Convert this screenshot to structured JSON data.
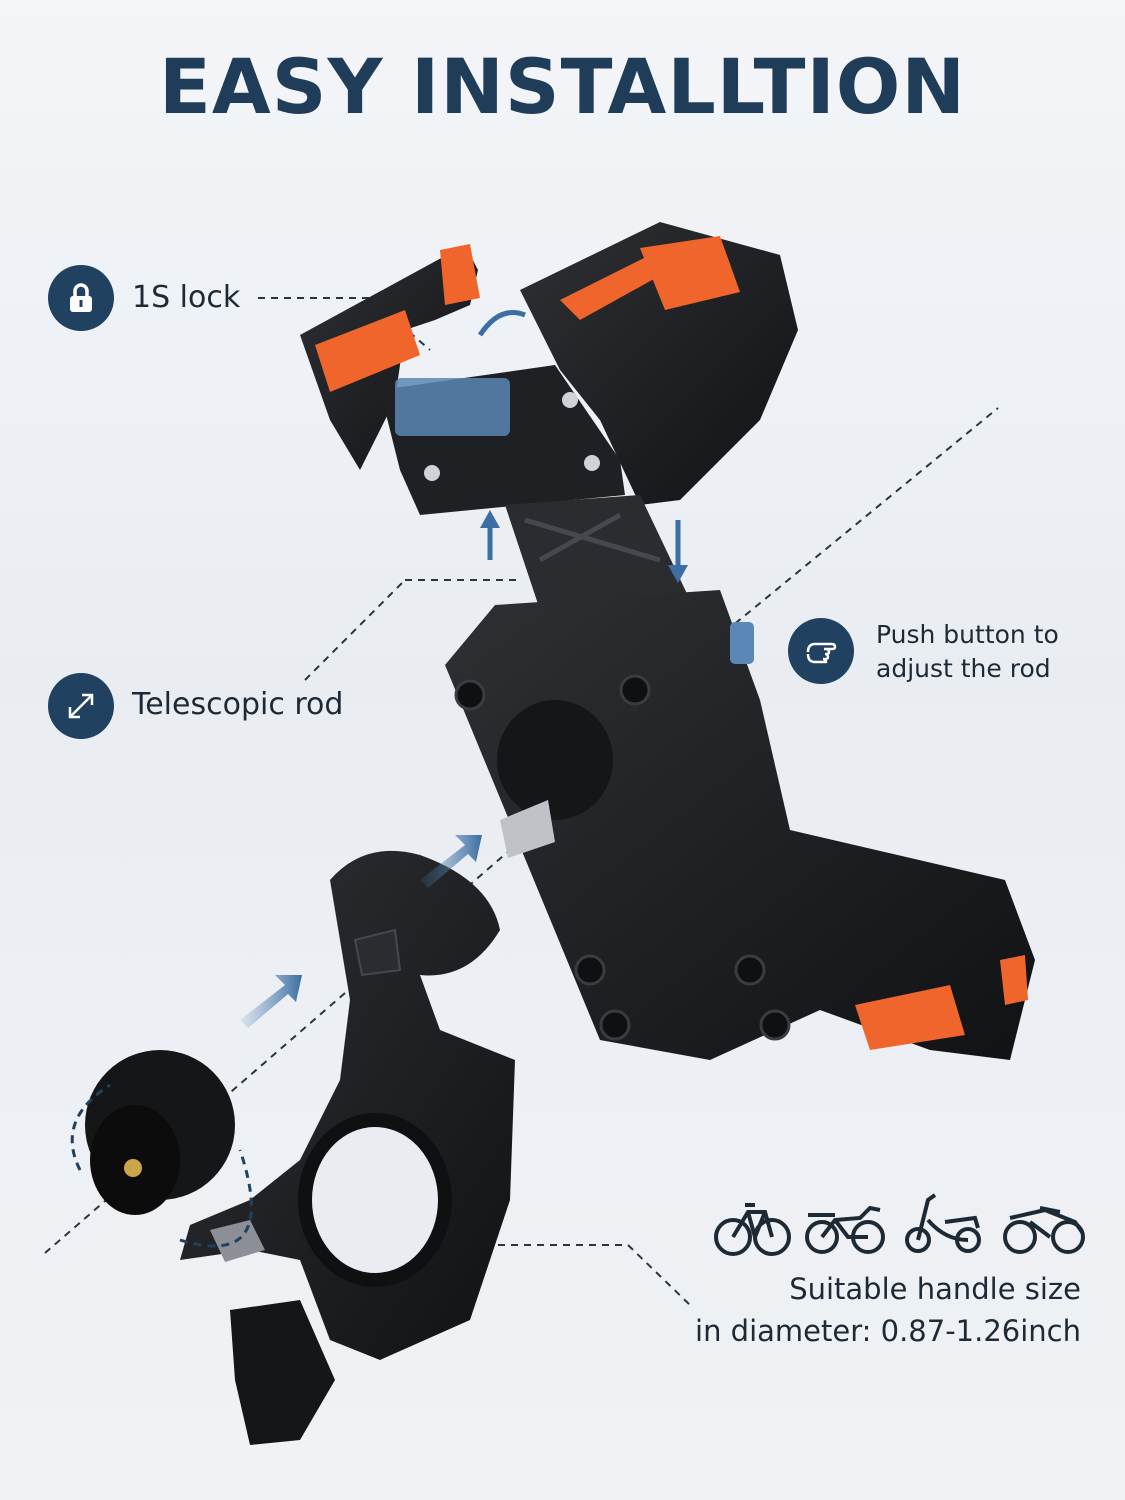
{
  "title": "EASY INSTALLTION",
  "callouts": {
    "lock": {
      "label": "1S lock",
      "icon": "lock-icon"
    },
    "rod": {
      "label": "Telescopic rod",
      "icon": "expand-arrows-icon"
    },
    "button": {
      "line1": "Push button to",
      "line2": "adjust the rod",
      "icon": "pointing-hand-icon"
    },
    "handle": {
      "line1": "Suitable handle size",
      "line2": "in diameter: 0.87-1.26inch"
    }
  },
  "vehicles": [
    "bicycle-icon",
    "moped-icon",
    "scooter-icon",
    "motorcycle-icon"
  ],
  "colors": {
    "accent": "#20415f",
    "orange": "#f0652c",
    "body": "#1b1c1f",
    "arrow": "#5a87b5"
  }
}
